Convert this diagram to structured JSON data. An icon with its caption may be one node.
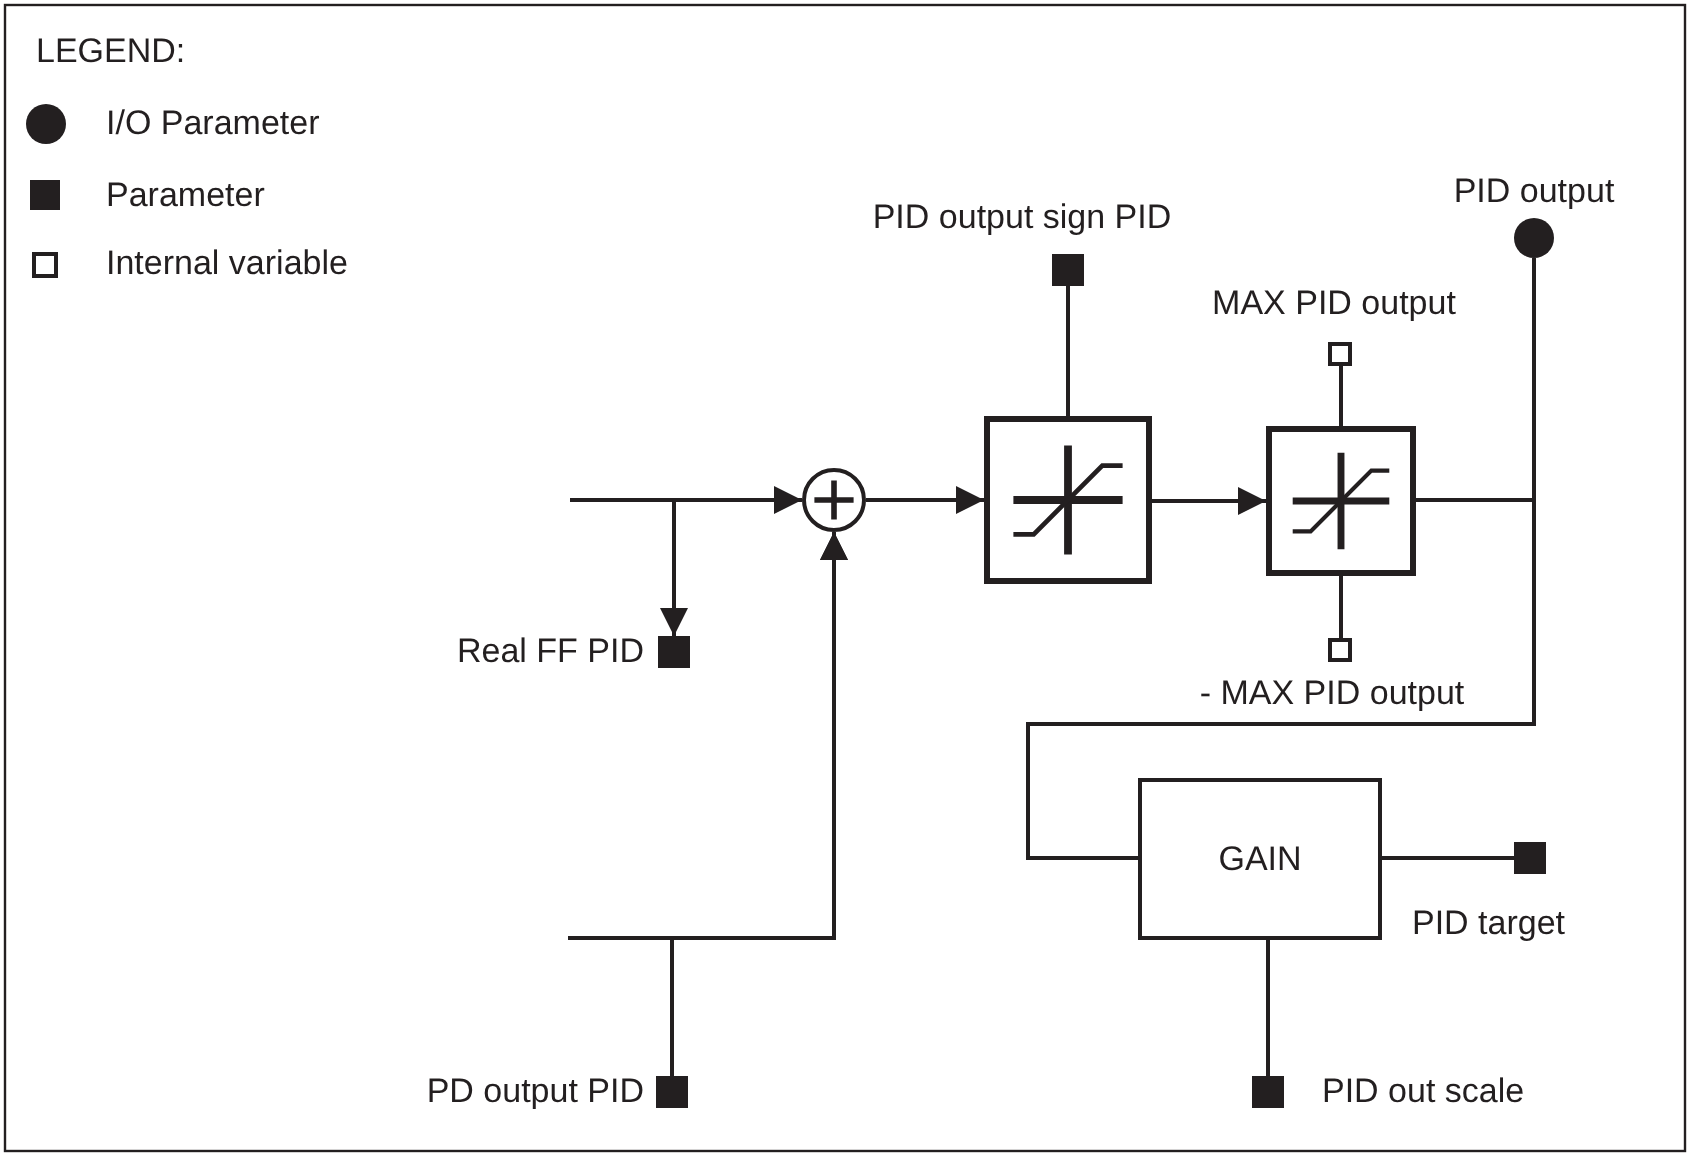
{
  "diagram": {
    "nodes": [
      {
        "text": [],
        "shape": "dot",
        "beside": [
          "PID output"
        ]
      },
      {
        "text": [],
        "shape": "block",
        "beside": [
          "PID output sign PID"
        ]
      },
      {
        "text": [],
        "shape": "square",
        "beside": [
          "MAX PID output"
        ]
      },
      {
        "text": [],
        "shape": "circle"
      },
      {
        "text": [],
        "shape": "picture"
      },
      {
        "text": [],
        "shape": "picture"
      },
      {
        "text": [],
        "shape": "square",
        "beside": [
          "- MAX PID output"
        ]
      },
      {
        "text": [],
        "shape": "block",
        "beside": [
          "Real FF PID"
        ]
      },
      {
        "text": [
          "GAIN"
        ]
      },
      {
        "text": [],
        "shape": "block",
        "beside": [
          "PID target"
        ]
      },
      {
        "text": [],
        "shape": "block",
        "beside": [
          "PD output PID"
        ]
      },
      {
        "text": [],
        "shape": "block",
        "beside": [
          "PID out scale"
        ]
      }
    ],
    "edges": [
      {
        "from": null,
        "to": 3,
        "arrow": "to"
      },
      {
        "from": null,
        "to": 7,
        "arrow": "to"
      },
      {
        "from": 3,
        "to": 4,
        "arrow": "to"
      },
      {
        "from": 1,
        "to": 4,
        "arrow": "none"
      },
      {
        "from": 4,
        "to": 5,
        "arrow": "to"
      },
      {
        "from": 2,
        "to": 5,
        "arrow": "none"
      },
      {
        "from": 6,
        "to": 5,
        "arrow": "none"
      },
      {
        "from": 5,
        "to": 0,
        "arrow": "none"
      },
      {
        "from": 0,
        "to": 8,
        "arrow": "none"
      },
      {
        "from": 8,
        "to": 9,
        "arrow": "none"
      },
      {
        "from": 8,
        "to": 11,
        "arrow": "none"
      },
      {
        "from": 10,
        "to": 3,
        "arrow": "to"
      },
      {
        "from": null,
        "to": 3,
        "arrow": "to"
      }
    ],
    "labels": [
      "LEGEND:"
    ],
    "legend": [
      {
        "text": "I/O Parameter"
      },
      {
        "text": "Parameter"
      },
      {
        "text": "Internal variable"
      }
    ]
  }
}
